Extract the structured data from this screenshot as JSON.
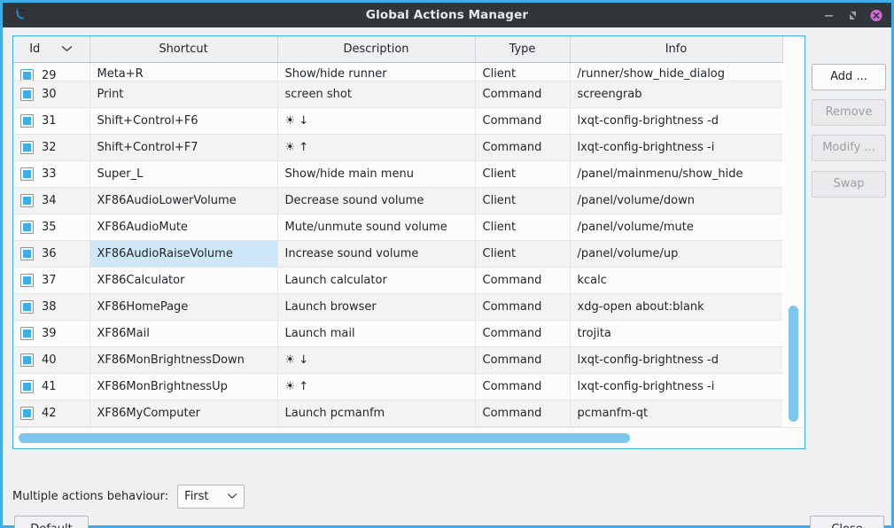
{
  "window": {
    "title": "Global Actions Manager",
    "icon": "lxqt-logo-icon",
    "minimize_label": "–",
    "maximize_label": "⤡",
    "close_label": "✕"
  },
  "table": {
    "columns": [
      "Id",
      "Shortcut",
      "Description",
      "Type",
      "Info"
    ],
    "sort_column": "Id",
    "sort_direction": "chevron-down-icon",
    "rows": [
      {
        "id": "29",
        "shortcut": "Meta+R",
        "description": "Show/hide runner",
        "type": "Client",
        "info": "/runner/show_hide_dialog",
        "clipped": true,
        "selected": false
      },
      {
        "id": "30",
        "shortcut": "Print",
        "description": "screen shot",
        "type": "Command",
        "info": "screengrab",
        "clipped": false,
        "selected": false
      },
      {
        "id": "31",
        "shortcut": "Shift+Control+F6",
        "description": "☀ ↓",
        "type": "Command",
        "info": "lxqt-config-brightness -d",
        "clipped": false,
        "selected": false
      },
      {
        "id": "32",
        "shortcut": "Shift+Control+F7",
        "description": "☀ ↑",
        "type": "Command",
        "info": "lxqt-config-brightness -i",
        "clipped": false,
        "selected": false
      },
      {
        "id": "33",
        "shortcut": "Super_L",
        "description": "Show/hide main menu",
        "type": "Client",
        "info": "/panel/mainmenu/show_hide",
        "clipped": false,
        "selected": false
      },
      {
        "id": "34",
        "shortcut": "XF86AudioLowerVolume",
        "description": "Decrease sound volume",
        "type": "Client",
        "info": "/panel/volume/down",
        "clipped": false,
        "selected": false
      },
      {
        "id": "35",
        "shortcut": "XF86AudioMute",
        "description": "Mute/unmute sound volume",
        "type": "Client",
        "info": "/panel/volume/mute",
        "clipped": false,
        "selected": false
      },
      {
        "id": "36",
        "shortcut": "XF86AudioRaiseVolume",
        "description": "Increase sound volume",
        "type": "Client",
        "info": "/panel/volume/up",
        "clipped": false,
        "selected": true
      },
      {
        "id": "37",
        "shortcut": "XF86Calculator",
        "description": "Launch calculator",
        "type": "Command",
        "info": "kcalc",
        "clipped": false,
        "selected": false
      },
      {
        "id": "38",
        "shortcut": "XF86HomePage",
        "description": "Launch browser",
        "type": "Command",
        "info": "xdg-open about:blank",
        "clipped": false,
        "selected": false
      },
      {
        "id": "39",
        "shortcut": "XF86Mail",
        "description": "Launch mail",
        "type": "Command",
        "info": "trojita",
        "clipped": false,
        "selected": false
      },
      {
        "id": "40",
        "shortcut": "XF86MonBrightnessDown",
        "description": "☀ ↓",
        "type": "Command",
        "info": "lxqt-config-brightness -d",
        "clipped": false,
        "selected": false
      },
      {
        "id": "41",
        "shortcut": "XF86MonBrightnessUp",
        "description": "☀ ↑",
        "type": "Command",
        "info": "lxqt-config-brightness -i",
        "clipped": false,
        "selected": false
      },
      {
        "id": "42",
        "shortcut": "XF86MyComputer",
        "description": "Launch pcmanfm",
        "type": "Command",
        "info": "pcmanfm-qt",
        "clipped": false,
        "selected": false
      }
    ]
  },
  "sidebar": {
    "add_label": "Add ...",
    "remove_label": "Remove",
    "modify_label": "Modify ...",
    "swap_label": "Swap"
  },
  "footer": {
    "behaviour_label": "Multiple actions behaviour:",
    "behaviour_value": "First",
    "default_label": "Default",
    "close_label": "Close"
  },
  "colors": {
    "titlebar_bg": "#31363b",
    "accent": "#3daee9",
    "selection": "#cfe8f7",
    "close_button": "#d36ad6"
  }
}
